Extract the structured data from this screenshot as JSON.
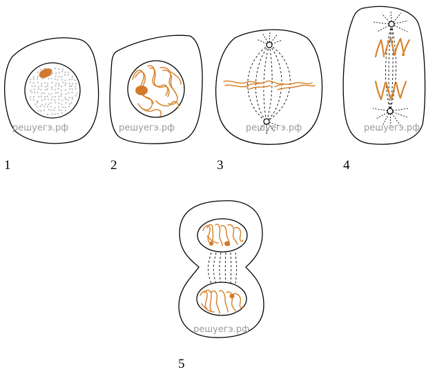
{
  "stages": [
    {
      "number": "1",
      "watermark": "решуегэ.рф"
    },
    {
      "number": "2",
      "watermark": "решуегэ.рф"
    },
    {
      "number": "3",
      "watermark": "решуегэ.рф"
    },
    {
      "number": "4",
      "watermark": "решуегэ.рф"
    },
    {
      "number": "5",
      "watermark": "решуегэ.рф"
    }
  ],
  "colors": {
    "chromatin": "#d8832c",
    "nucleolus": "#d27a2a",
    "outline": "#000000",
    "granules": "#b5b5b5",
    "watermark": "#9a9a9a"
  }
}
